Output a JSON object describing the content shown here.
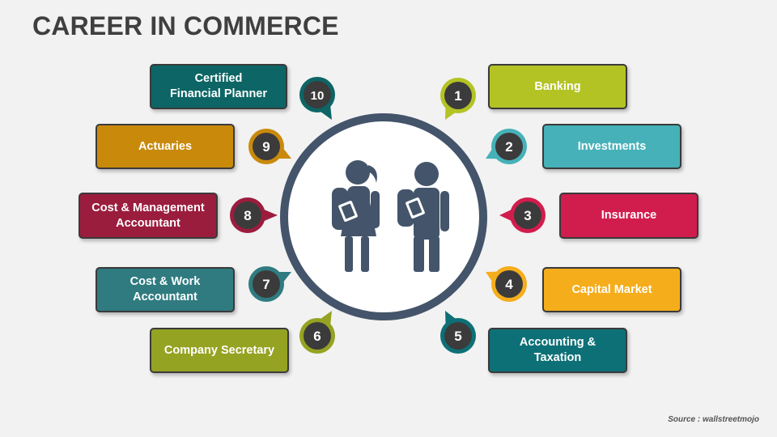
{
  "title": "CAREER IN COMMERCE",
  "source": "Source : wallstreetmojo",
  "colors": {
    "background": "#f2f2f2",
    "ring": "#44546a",
    "figure": "#44546a"
  },
  "center_icon": "student-pair-icon",
  "careers": [
    {
      "number": "1",
      "label": "Banking",
      "color": "#b3c324"
    },
    {
      "number": "2",
      "label": "Investments",
      "color": "#46b1b8"
    },
    {
      "number": "3",
      "label": "Insurance",
      "color": "#d11d4d"
    },
    {
      "number": "4",
      "label": "Capital Market",
      "color": "#f5ad1b"
    },
    {
      "number": "5",
      "label": "Accounting & Taxation",
      "color": "#0e7077"
    },
    {
      "number": "6",
      "label": "Company Secretary",
      "color": "#95a322"
    },
    {
      "number": "7",
      "label": "Cost & Work\nAccountant",
      "color": "#2f7b80"
    },
    {
      "number": "8",
      "label": "Cost & Management\nAccountant",
      "color": "#9b1d3e"
    },
    {
      "number": "9",
      "label": "Actuaries",
      "color": "#c98a0c"
    },
    {
      "number": "10",
      "label": "Certified\nFinancial Planner",
      "color": "#0d6565"
    }
  ]
}
